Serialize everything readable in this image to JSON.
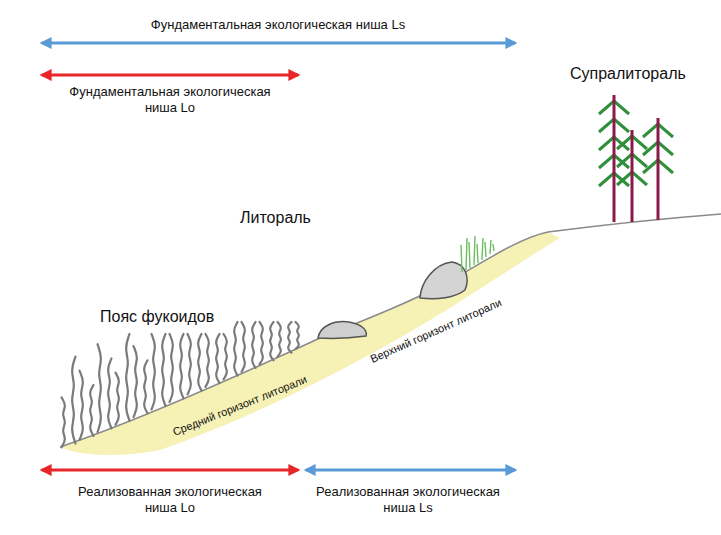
{
  "diagram": {
    "labels": [
      "Фундаментальная экологическая ниша Ls",
      "Фундаментальная экологическая ниша Lo",
      "Супралитораль",
      "Литораль",
      "Пояс фукоидов",
      "Средний горизонт литорали",
      "Верхний горизонт литорали",
      "Реализованная экологическая ниша Lo",
      "Реализованная экологическая ниша Ls"
    ]
  }
}
